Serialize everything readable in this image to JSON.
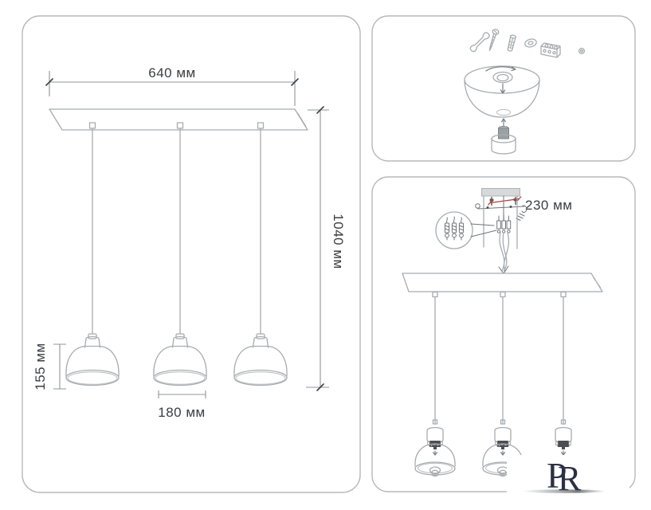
{
  "main_panel": {
    "width_label": "640 мм",
    "height_label": "1040 мм",
    "shade_height_label": "155 мм",
    "shade_diameter_label": "180 мм"
  },
  "installation_panel": {
    "bracket_width_label": "230 мм"
  },
  "assembly_panel": {
    "icons": [
      "wrench-icon",
      "screw-icon",
      "wall-plug-icon",
      "washer-icon",
      "terminal-block-icon",
      "screw-head-icon",
      "canopy-dome",
      "socket-adapter-icon"
    ]
  },
  "logo": {
    "letter_p": "P",
    "letter_r": "R"
  },
  "colors": {
    "line_art": "#a7acaf",
    "dimension_text": "#3b3e41",
    "accent_red": "#b5423e",
    "plate_gray": "#d6d8da",
    "socket_dark": "#4b4e52",
    "logo_navy": "#2b3144",
    "panel_border": "#b5b8bb"
  }
}
